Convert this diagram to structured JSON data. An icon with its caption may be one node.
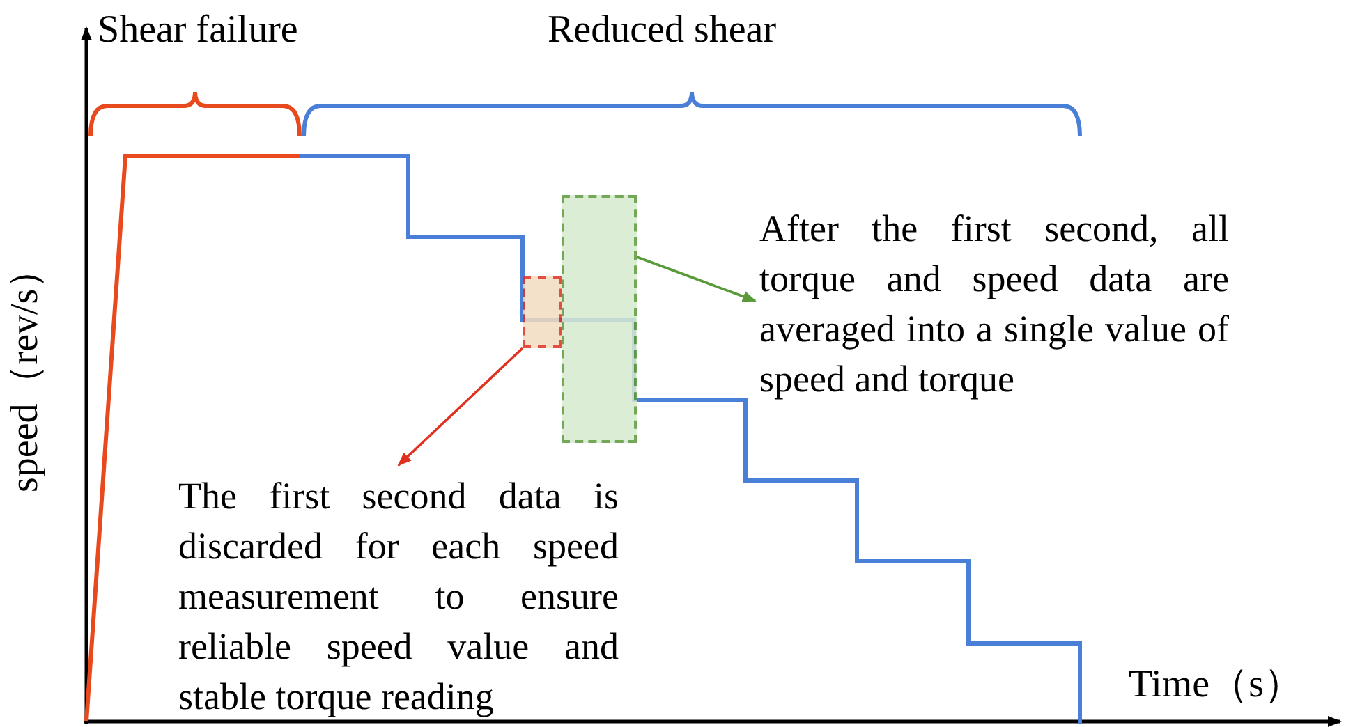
{
  "diagram": {
    "nodes": [
      {
        "text": [],
        "shape": "box"
      },
      {
        "text": [],
        "shape": "box"
      },
      {
        "text": [
          "After the first second, all torque and speed data are averaged into a single value of speed and torque"
        ]
      },
      {
        "text": [
          "The first second data is discarded for each speed measurement to ensure reliable speed value and stable torque reading"
        ]
      }
    ],
    "edges": [
      {
        "from": 1,
        "to": 2,
        "arrow": "to",
        "color": "#5a9a3a"
      },
      {
        "from": 0,
        "to": 3,
        "arrow": "to",
        "color": "#e03020"
      }
    ],
    "labels": [
      "Shear failure",
      "Reduced shear",
      "speed（rev/s）",
      "Time（s）"
    ]
  }
}
